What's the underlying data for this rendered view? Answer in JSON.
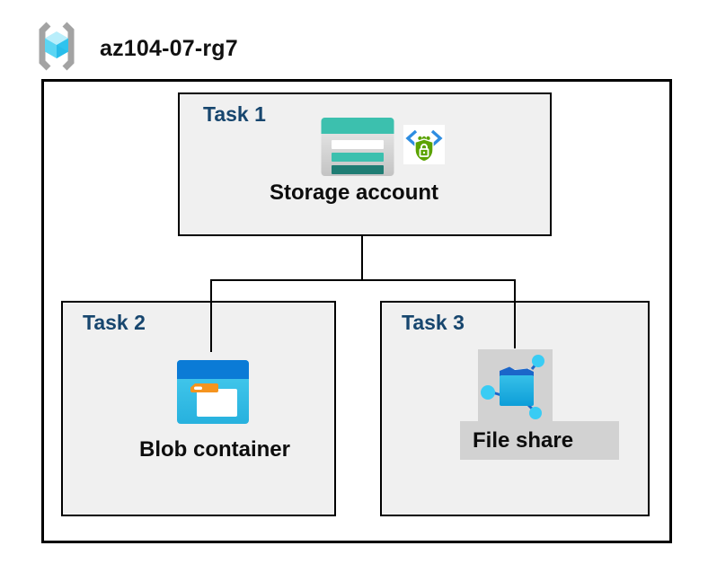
{
  "resource_group": {
    "name": "az104-07-rg7",
    "icon": "resource-group-icon"
  },
  "tasks": {
    "task1": {
      "label": "Task 1",
      "item_label": "Storage account",
      "icons": [
        "storage-account-icon",
        "secure-access-shield-lock-icon"
      ]
    },
    "task2": {
      "label": "Task 2",
      "item_label": "Blob container",
      "icons": [
        "blob-container-icon"
      ]
    },
    "task3": {
      "label": "Task 3",
      "item_label": "File share",
      "icons": [
        "file-share-icon"
      ]
    }
  },
  "colors": {
    "task_label_navy": "#17466e",
    "box_border": "#000000",
    "task_box_fill": "#f0f0f0",
    "storage_teal": "#3cc0ae",
    "storage_teal_dark": "#1f7d74",
    "blob_header_blue": "#0b7bd6",
    "blob_body_cyan": "#3fc6ed",
    "tab_orange": "#f5941f",
    "security_green": "#5ba300",
    "security_bracket_blue": "#2e8de1",
    "file_share_highlight_gray": "#d2d2d2",
    "folder_flap_dark_blue": "#1b66c9",
    "network_node_cyan": "#39ccf4",
    "bracket_gray": "#a3a3a3",
    "cube_top": "#b9eefb",
    "cube_left": "#5bd5f3",
    "cube_right": "#2fc3ee"
  }
}
